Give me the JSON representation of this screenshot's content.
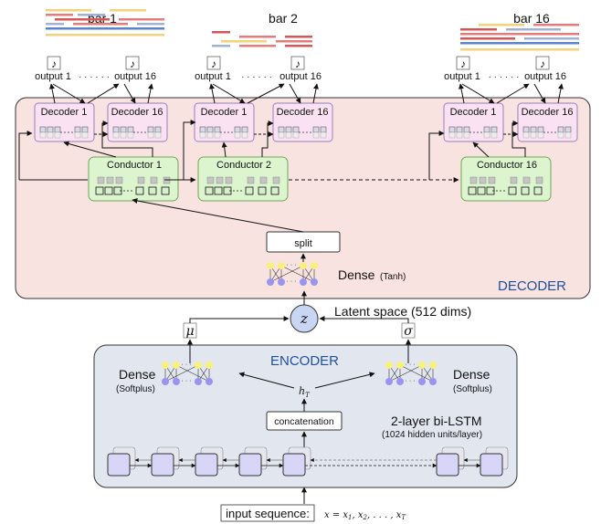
{
  "bars": [
    {
      "title": "bar 1",
      "output_first": "output 1",
      "output_last": "output 16",
      "decoder_first": "Decoder 1",
      "decoder_last": "Decoder 16",
      "conductor": "Conductor 1"
    },
    {
      "title": "bar 2",
      "output_first": "output 1",
      "output_last": "output 16",
      "decoder_first": "Decoder 1",
      "decoder_last": "Decoder 16",
      "conductor": "Conductor 2"
    },
    {
      "title": "bar 16",
      "output_first": "output 1",
      "output_last": "output 16",
      "decoder_first": "Decoder 1",
      "decoder_last": "Decoder 16",
      "conductor": "Conductor 16"
    }
  ],
  "note_glyph": "♪",
  "decoder_section": {
    "label": "DECODER",
    "split": "split",
    "dense": "Dense",
    "dense_act": "(Tanh)"
  },
  "latent": {
    "symbol": "z",
    "label": "Latent space (512 dims)",
    "mu": "μ",
    "sigma": "σ"
  },
  "encoder_section": {
    "label": "ENCODER",
    "dense_left": "Dense",
    "dense_left_act": "(Softplus)",
    "dense_right": "Dense",
    "dense_right_act": "(Softplus)",
    "h_t": "h",
    "h_t_sub": "T",
    "concat": "concatenation",
    "lstm": "2-layer bi-LSTM",
    "lstm_units": "(1024 hidden units/layer)"
  },
  "input": {
    "label": "input sequence:",
    "formula": "x = x₁, x₂, . . . , x_T"
  },
  "colors": {
    "decoder_bg": "#f8e3e1",
    "decoder_box": "#fbe2f3",
    "decoder_box_border": "#9a7fb8",
    "conductor_bg": "#dcf5cf",
    "conductor_border": "#6fa55a",
    "encoder_bg": "#e2e7ef",
    "lstm_fill": "#d7d6f6",
    "dense_top": "#f8f07a",
    "dense_bottom": "#9a94f0",
    "piano_colors": [
      "#f2d27a",
      "#e57c7c",
      "#d55757",
      "#9fb3d9",
      "#5b85c9"
    ]
  }
}
